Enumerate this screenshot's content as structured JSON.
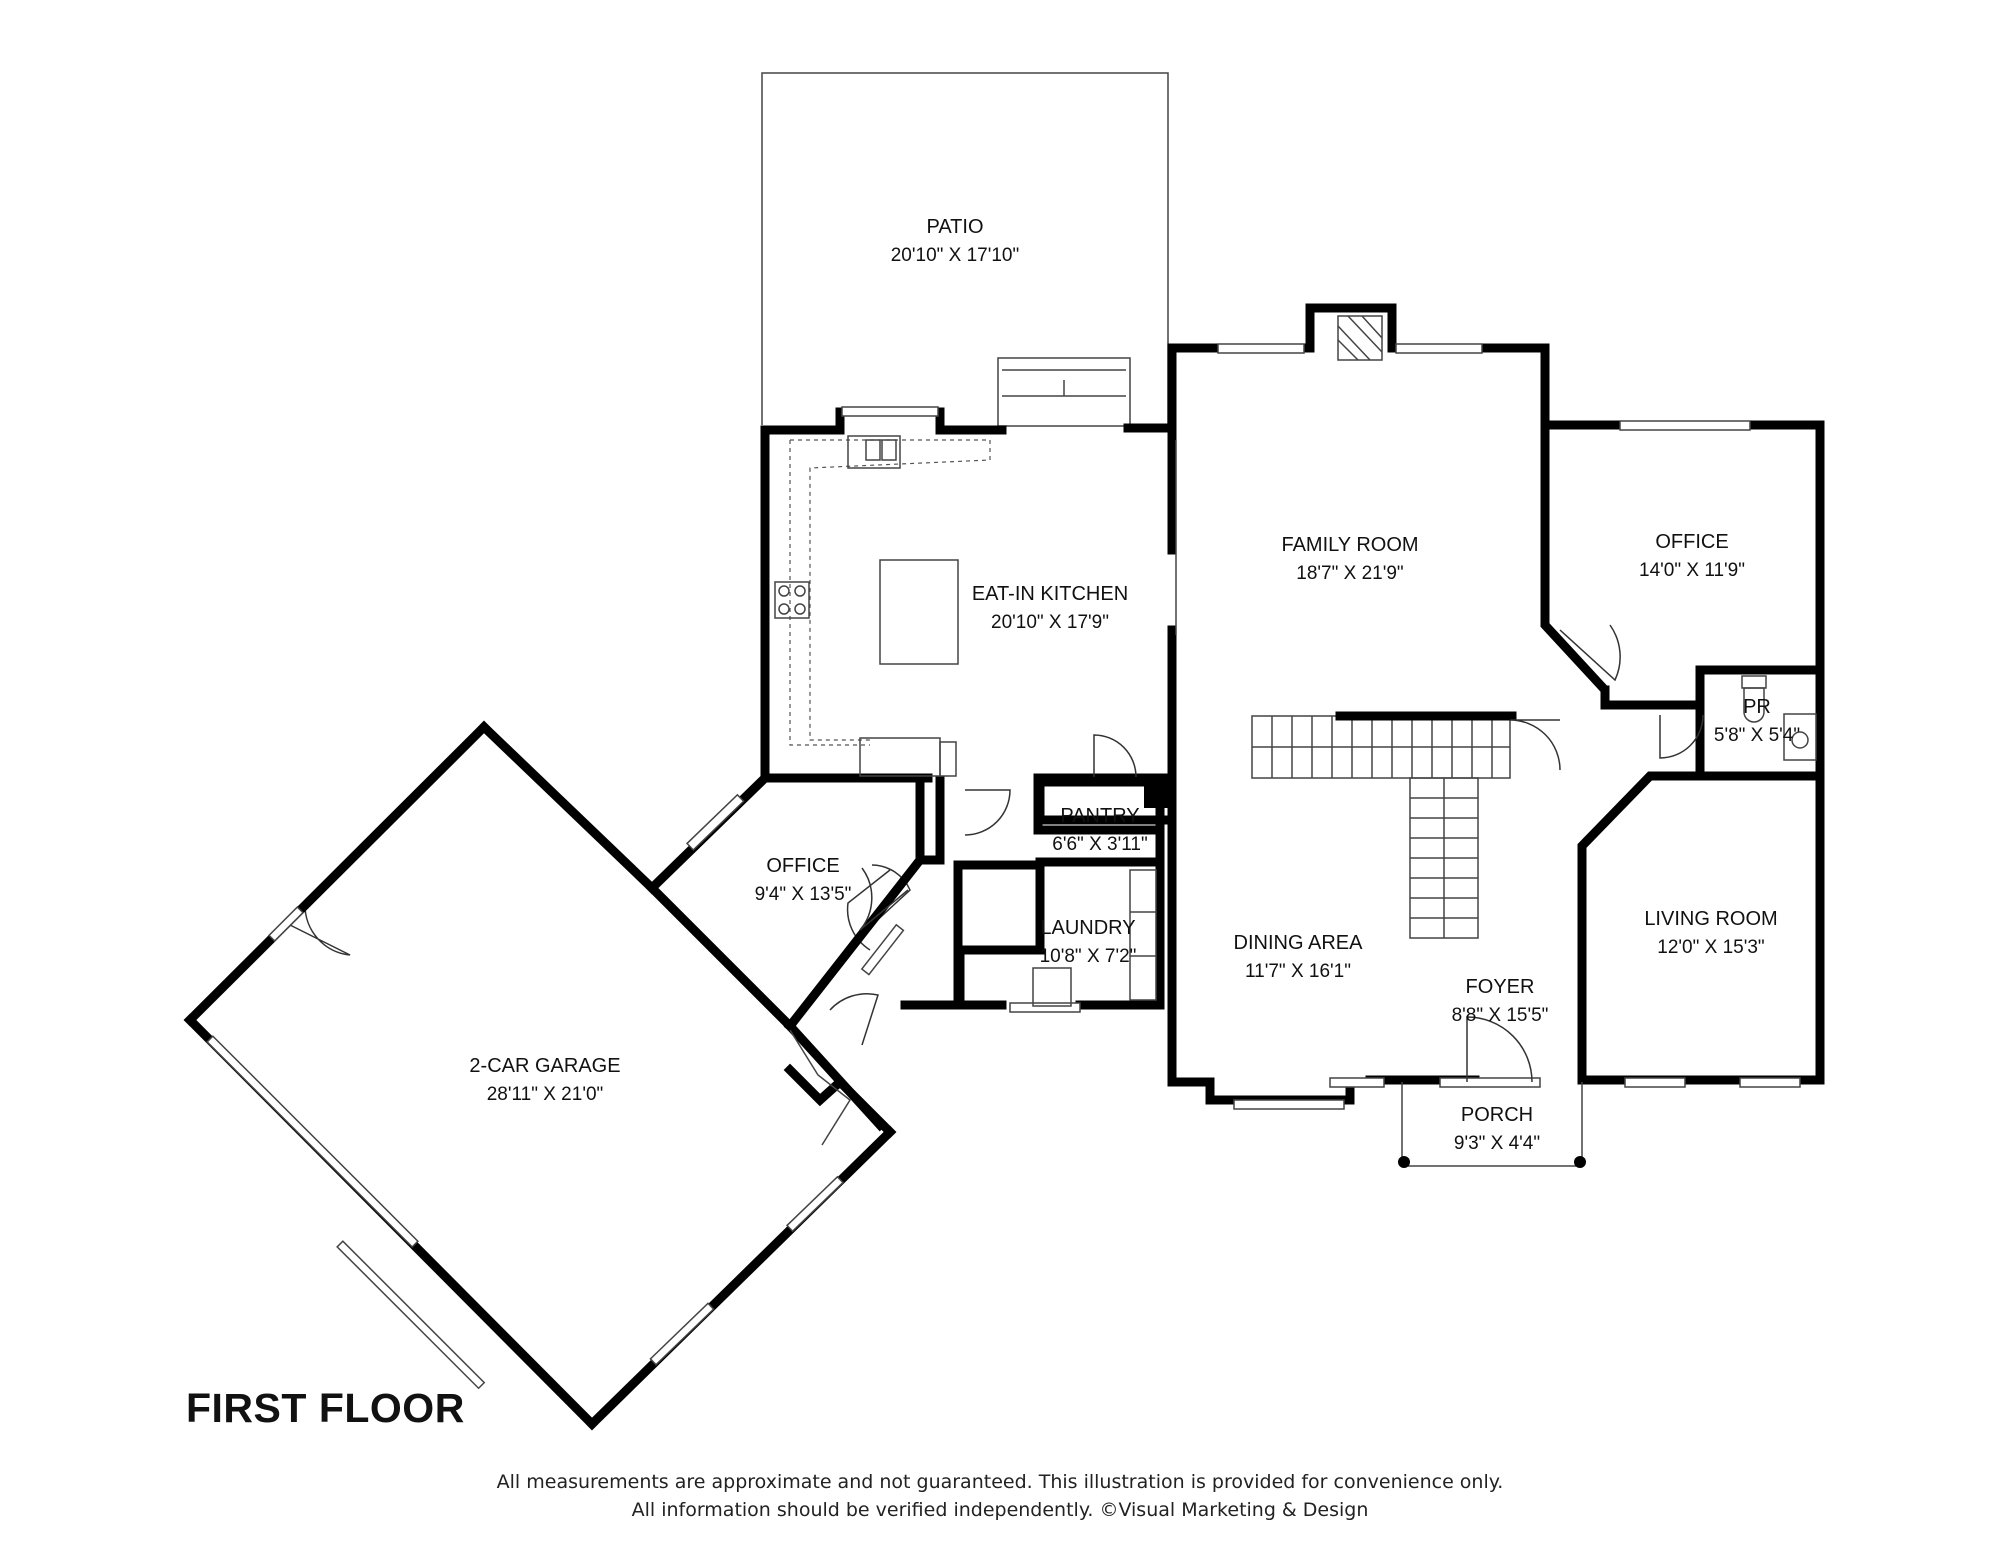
{
  "floor_title": "FIRST FLOOR",
  "disclaimer": {
    "line1": "All measurements are approximate and not guaranteed. This illustration is provided for convenience only.",
    "line2": "All information should be verified independently. ©Visual Marketing & Design"
  },
  "rooms": {
    "patio": {
      "name": "PATIO",
      "dims": "20'10\" X 17'10\""
    },
    "kitchen": {
      "name": "EAT-IN KITCHEN",
      "dims": "20'10\" X 17'9\""
    },
    "family": {
      "name": "FAMILY ROOM",
      "dims": "18'7\" X 21'9\""
    },
    "office_right": {
      "name": "OFFICE",
      "dims": "14'0\" X 11'9\""
    },
    "pr": {
      "name": "PR",
      "dims": "5'8\" X 5'4\""
    },
    "pantry": {
      "name": "PANTRY",
      "dims": "6'6\" X 3'11\""
    },
    "office_left": {
      "name": "OFFICE",
      "dims": "9'4\" X 13'5\""
    },
    "laundry": {
      "name": "LAUNDRY",
      "dims": "10'8\" X 7'2\""
    },
    "dining": {
      "name": "DINING AREA",
      "dims": "11'7\" X 16'1\""
    },
    "foyer": {
      "name": "FOYER",
      "dims": "8'8\" X 15'5\""
    },
    "living": {
      "name": "LIVING ROOM",
      "dims": "12'0\" X 15'3\""
    },
    "porch": {
      "name": "PORCH",
      "dims": "9'3\" X 4'4\""
    },
    "garage": {
      "name": "2-CAR GARAGE",
      "dims": "28'11\" X 21'0\""
    }
  }
}
